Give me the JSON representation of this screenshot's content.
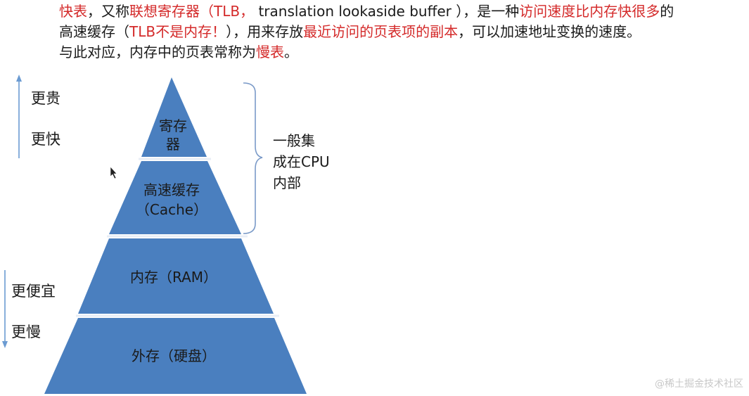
{
  "intro": {
    "line1": [
      {
        "text": "快表",
        "hl": true
      },
      {
        "text": "，又称",
        "hl": false
      },
      {
        "text": "联想寄存器（TLB，",
        "hl": true
      },
      {
        "text": " translation lookaside buffer ），是一种",
        "hl": false
      },
      {
        "text": "访问速度比内存快很多",
        "hl": true
      },
      {
        "text": "的",
        "hl": false
      }
    ],
    "line2": [
      {
        "text": "高速缓存（",
        "hl": false
      },
      {
        "text": "TLB不是内存！",
        "hl": true
      },
      {
        "text": "），用来存放",
        "hl": false
      },
      {
        "text": "最近访问的页表项的副本",
        "hl": true
      },
      {
        "text": "，可以加速地址变换的速度。",
        "hl": false
      }
    ],
    "line3": [
      {
        "text": "与此对应，内存中的页表常称为",
        "hl": false
      },
      {
        "text": "慢表",
        "hl": true
      },
      {
        "text": "。",
        "hl": false
      }
    ]
  },
  "top_side": {
    "label1": "更贵",
    "label2": "更快"
  },
  "bottom_side": {
    "label1": "更便宜",
    "label2": "更慢"
  },
  "pyramid": {
    "layers": {
      "register_l1": "寄存",
      "register_l2": "器",
      "cache_l1": "高速缓存",
      "cache_l2": "（Cache）",
      "ram": "内存（RAM）",
      "disk": "外存（硬盘）"
    }
  },
  "brace": {
    "line1": "一般集",
    "line2": "成在CPU",
    "line3": "内部"
  },
  "watermark": "@稀土掘金技术社区",
  "colors": {
    "pyramid_fill": "#4a7fbf",
    "arrow": "#6b9bd2",
    "highlight": "#d42a2a",
    "brace": "#7a9ac8"
  }
}
